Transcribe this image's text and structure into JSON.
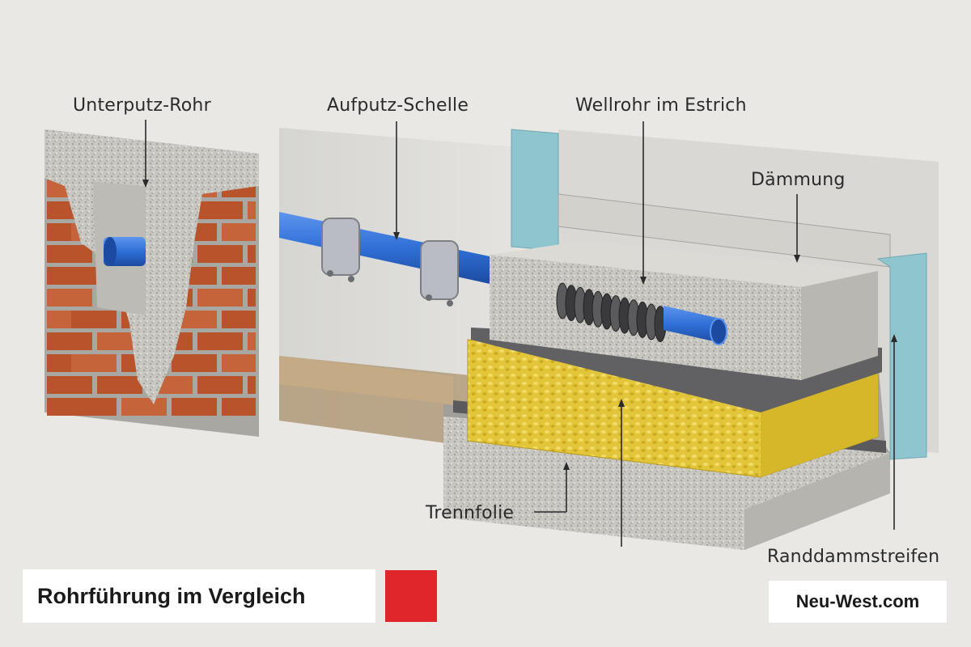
{
  "labels": {
    "unterputz_rohr": "Unterputz-Rohr",
    "aufputz_schelle": "Aufputz-Schelle",
    "wellrohr_estrich": "Wellrohr im Estrich",
    "daemmung": "Dämmung",
    "trennfolie": "Trennfolie",
    "randdammstreifen": "Randdammstreifen"
  },
  "footer": {
    "title": "Rohrführung im Vergleich",
    "brand": "Neu-West.com"
  },
  "logo": {
    "icon": "nw-logo-icon",
    "color": "#e0252b"
  },
  "colors": {
    "pipe": "#2f6fd6",
    "brick": "#b8532c",
    "plaster": "#cfcdc8",
    "insulation": "#e6c73a",
    "edge_strip": "#8ec5cf",
    "screed": "#c9c7c2"
  }
}
